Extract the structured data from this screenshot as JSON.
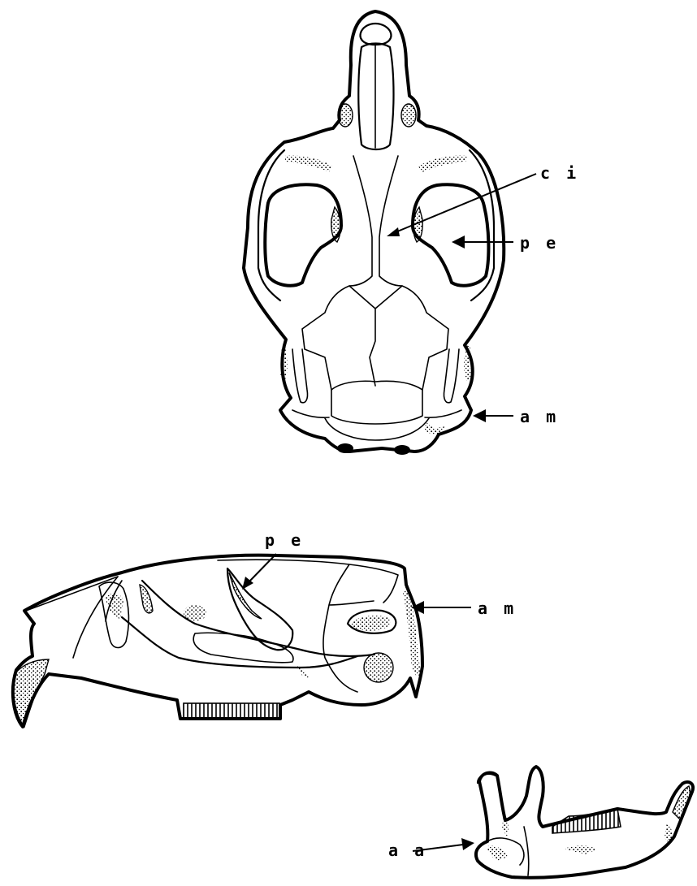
{
  "figure": {
    "views": [
      {
        "id": "dorsal-view",
        "labels": [
          "ci",
          "pe",
          "am"
        ]
      },
      {
        "id": "lateral-view",
        "labels": [
          "pe",
          "am"
        ]
      },
      {
        "id": "mandible-view",
        "labels": [
          "aa"
        ]
      }
    ]
  },
  "labels": {
    "ci": "c i",
    "pe_dorsal": "p e",
    "am_dorsal": "a m",
    "pe_lateral": "p e",
    "am_lateral": "a m",
    "aa": "a a"
  },
  "colors": {
    "ink": "#000000",
    "paper": "#ffffff"
  }
}
